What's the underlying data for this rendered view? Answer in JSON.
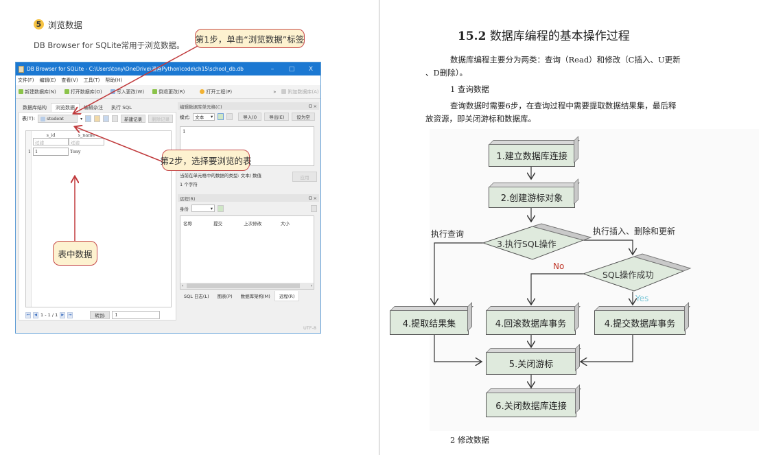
{
  "left_page": {
    "section": {
      "number": "5",
      "title": "浏览数据",
      "description": "DB Browser for SQLite常用于浏览数据。"
    },
    "callouts": {
      "step1": "第1步，单击“浏览数据”标签",
      "step2": "第2步，选择要浏览的表",
      "table_data": "表中数据"
    },
    "app_window": {
      "title": "DB Browser for SQLite - C:\\Users\\tony\\OneDrive\\漫画Python\\code\\ch15\\school_db.db",
      "window_controls": {
        "minimize": "–",
        "maximize": "□",
        "close": "X"
      },
      "menu": [
        "文件(F)",
        "编辑(E)",
        "查看(V)",
        "工具(T)",
        "帮助(H)"
      ],
      "toolbar": {
        "new_db": "新建数据库(N)",
        "open_db": "打开数据库(O)",
        "write_changes": "写入更改(W)",
        "revert_changes": "倒退更改(R)",
        "open_project": "打开工程(P)",
        "attach_db": "附加数据库(A)",
        "more": "»"
      },
      "tabs": [
        "数据库结构",
        "浏览数据",
        "编辑杂注",
        "执行 SQL"
      ],
      "active_tab": "浏览数据",
      "browse": {
        "table_label": "表(T):",
        "table_selected": "student",
        "new_record": "新建记录",
        "delete_record": "删除记录",
        "columns": [
          "s_id",
          "s_name"
        ],
        "filter_placeholder": "过滤",
        "rows": [
          {
            "num": "1",
            "s_id": "1",
            "s_name": "Tony"
          }
        ],
        "pager_text": "1 - 1 / 1",
        "goto_label": "转到:",
        "goto_value": "1"
      },
      "edit_cell_dock": {
        "title": "编辑数据库单元格(C)",
        "mode_label": "模式:",
        "mode_value": "文本",
        "import": "导入(I)",
        "export": "导出(E)",
        "set_null": "设为空",
        "cell_value": "1",
        "type_info": "当前在单元格中的数据的类型: 文本/ 数值",
        "size_info": "1 个字符",
        "apply": "应用"
      },
      "remote_dock": {
        "title": "远程(R)",
        "identity_label": "身份",
        "columns": [
          "名称",
          "提交",
          "上次修改",
          "大小"
        ]
      },
      "bottom_tabs": [
        "SQL 日志(L)",
        "图表(P)",
        "数据库架构(M)",
        "远程(R)"
      ],
      "active_bottom_tab": "远程(R)",
      "encoding": "UTF-8"
    }
  },
  "right_page": {
    "heading_number": "15.2",
    "heading_text": "数据库编程的基本操作过程",
    "para1_line1": "数据库编程主要分为两类：查询（Read）和修改（C插入、U更新",
    "para1_line2": "、D删除）。",
    "subheading1": "1 查询数据",
    "para2_line1": "查询数据时需要6步，在查询过程中需要提取数据结果集，最后释",
    "para2_line2": "放资源，即关闭游标和数据库。",
    "subheading2": "2 修改数据",
    "flowchart": {
      "nodes": {
        "n1": "1.建立数据库连接",
        "n2": "2.创建游标对象",
        "n3": "3.执行SQL操作",
        "n_check": "SQL操作成功",
        "n4a": "4.提取结果集",
        "n4b": "4.回滚数据库事务",
        "n4c": "4.提交数据库事务",
        "n5": "5.关闭游标",
        "n6": "6.关闭数据库连接"
      },
      "labels": {
        "query": "执行查询",
        "modify": "执行插入、删除和更新",
        "no": "No",
        "yes": "Yes"
      },
      "colors": {
        "box_fill": "#dfeadd",
        "no": "#c0392b",
        "yes": "#7ec8d8"
      }
    }
  }
}
